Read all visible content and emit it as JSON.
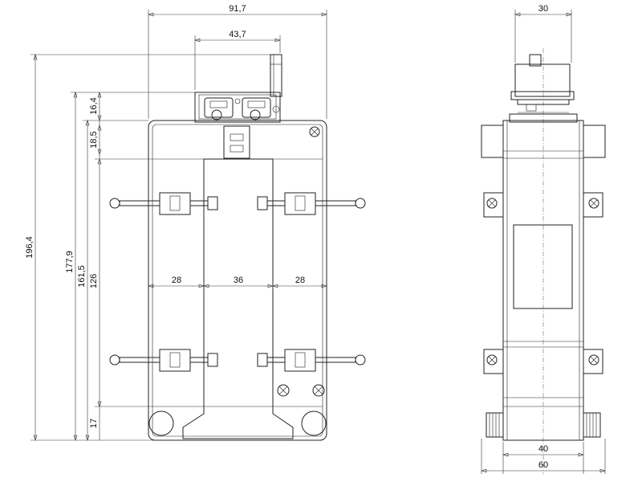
{
  "dims": {
    "width_front": "91,7",
    "width_terminal": "43,7",
    "side_top": "30",
    "height_total": "196,4",
    "height_177": "177,9",
    "height_161": "161,5",
    "height_126": "126",
    "terminal_h": "16,4",
    "top_h": "18,5",
    "bottom_h": "17",
    "gap_left": "28",
    "window": "36",
    "gap_right": "28",
    "side_40": "40",
    "side_60": "60"
  }
}
